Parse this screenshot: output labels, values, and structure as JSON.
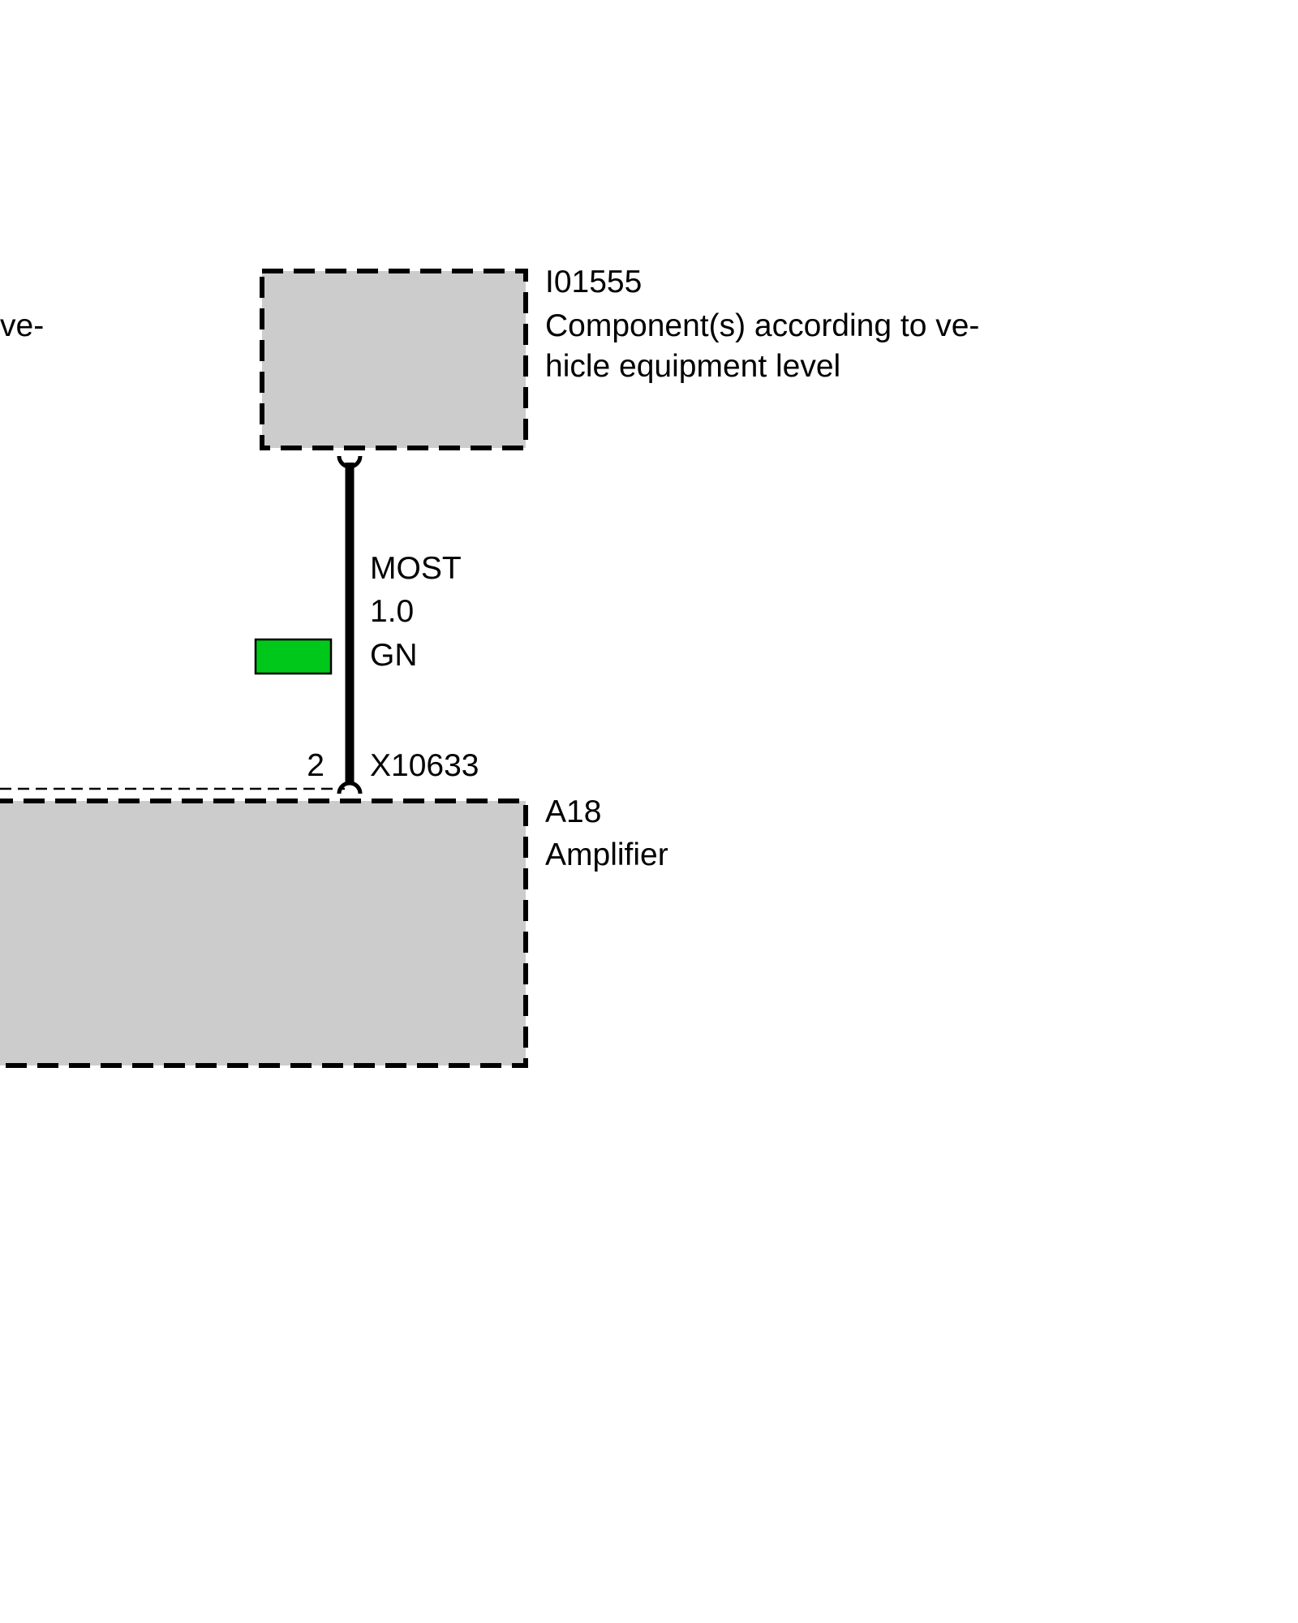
{
  "components": {
    "upper": {
      "id": "I01555",
      "desc_line1": "Component(s) according to ve-",
      "desc_line2": "hicle equipment level"
    },
    "lower": {
      "id": "A18",
      "desc": "Amplifier"
    },
    "left_edge_fragment": "ve-"
  },
  "wire": {
    "type": "MOST",
    "size": "1.0",
    "color_code": "GN",
    "color_swatch": "#00c81a"
  },
  "connector": {
    "pin": "2",
    "id": "X10633"
  },
  "colors": {
    "component_fill": "#cccccc",
    "line": "#000000"
  }
}
